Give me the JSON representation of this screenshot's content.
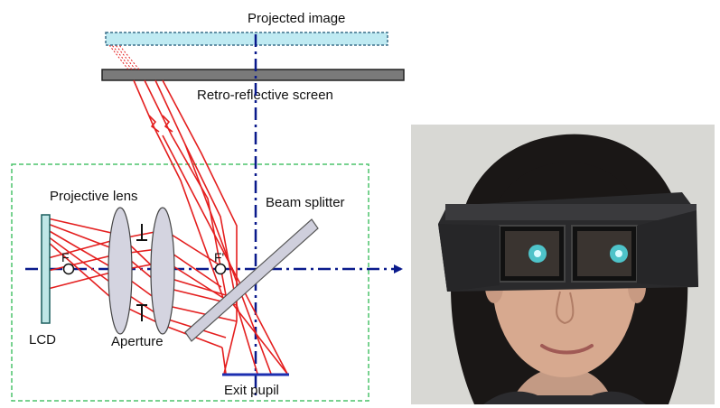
{
  "labels": {
    "projected_image": "Projected image",
    "retro_reflective_screen": "Retro-reflective screen",
    "projective_lens": "Projective lens",
    "beam_splitter": "Beam splitter",
    "focal_point_left": "F",
    "focal_point_right": "F'",
    "lcd": "LCD",
    "aperture": "Aperture",
    "exit_pupil": "Exit pupil"
  },
  "colors": {
    "ray": "#e41f1f",
    "optical_axis": "#0a1a8c",
    "system_box": "#4bc46b",
    "projected_image_fill": "#bfeaf2",
    "screen_fill": "#7a7a7a",
    "lens_fill": "#d4d4e0",
    "lcd_fill": "#bfe6e6",
    "beam_splitter_fill": "#cfcfdc",
    "exit_pupil": "#1c2fb0"
  },
  "photo": {
    "description_icon": "person-wearing-head-mounted-projector-photo"
  }
}
